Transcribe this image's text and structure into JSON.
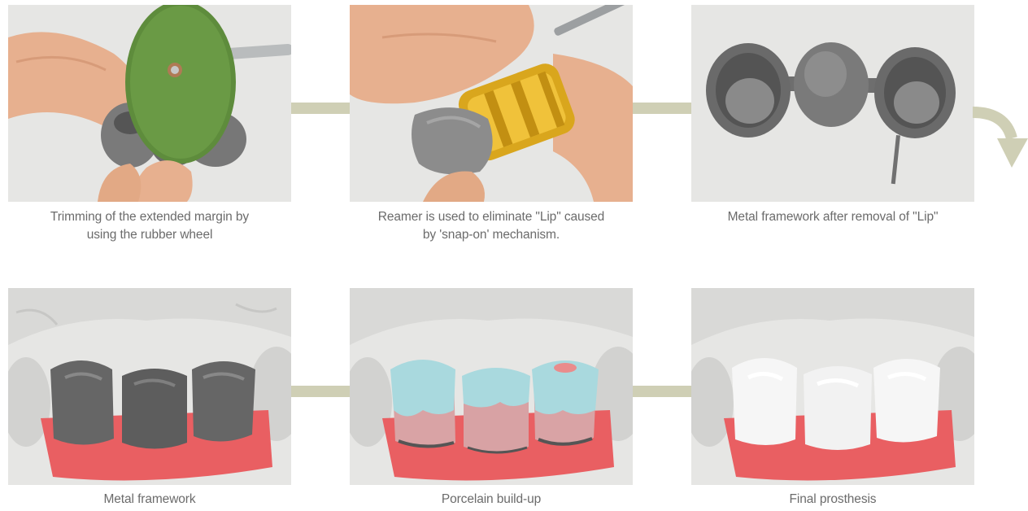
{
  "steps": [
    {
      "caption_line1": "Trimming of the extended margin by",
      "caption_line2": "using the rubber wheel"
    },
    {
      "caption_line1": "Reamer is used to eliminate \"Lip\" caused",
      "caption_line2": "by 'snap-on' mechanism."
    },
    {
      "caption_line1": "Metal framework after removal of \"Lip\"",
      "caption_line2": ""
    },
    {
      "caption_line1": "Metal framework",
      "caption_line2": ""
    },
    {
      "caption_line1": "Porcelain build-up",
      "caption_line2": ""
    },
    {
      "caption_line1": "Final prosthesis",
      "caption_line2": ""
    }
  ],
  "colors": {
    "connector": "#cfcfb5",
    "panel_bg": "#e6e6e4",
    "caption_text": "#6b6b6b",
    "gum": "#e95f62",
    "metal": "#6d6d6d",
    "porcelain_blue": "#a9d9de",
    "white_teeth": "#f6f6f6"
  },
  "icons": {
    "next_row_arrow": "curved-down-arrow-icon"
  }
}
